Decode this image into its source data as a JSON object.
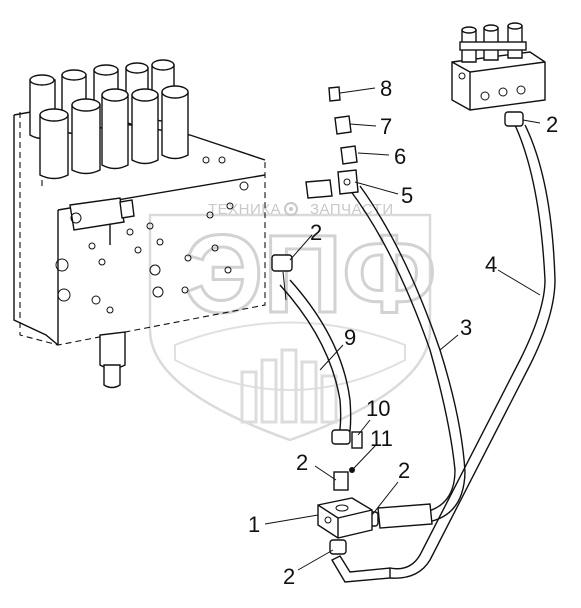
{
  "watermark": {
    "brand_left": "ТЕХНИКА",
    "brand_right": "ЗАПЧАСТИ",
    "logo_letters": "ЭПФ"
  },
  "callouts": {
    "c1": "1",
    "c2a": "2",
    "c2b": "2",
    "c2c": "2",
    "c2d": "2",
    "c2e": "2",
    "c3": "3",
    "c4": "4",
    "c5": "5",
    "c6": "6",
    "c7": "7",
    "c8": "8",
    "c9": "9",
    "c10": "10",
    "c11": "11"
  }
}
